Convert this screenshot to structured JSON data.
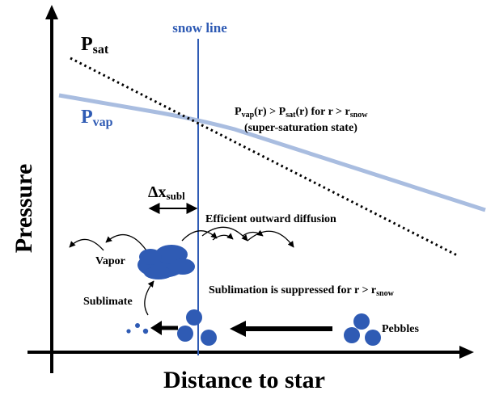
{
  "axes": {
    "y_label": "Pressure",
    "x_label": "Distance to star"
  },
  "snow_line": {
    "label": "snow line"
  },
  "curves": {
    "p_sat": {
      "base": "P",
      "sub": "sat"
    },
    "p_vap": {
      "base": "P",
      "sub": "vap"
    }
  },
  "annotations": {
    "supersat_line1": {
      "t1": "P",
      "s1": "vap",
      "t2": "(r) > P",
      "s2": "sat",
      "t3": "(r) for r > r",
      "s3": "snow"
    },
    "supersat_line2": "(super-saturation state)",
    "delta_x": {
      "base": "Δx",
      "sub": "subl"
    },
    "diffusion": "Efficient outward diffusion",
    "suppressed": {
      "text": "Sublimation is suppressed for r > r",
      "sub": "snow"
    },
    "vapor": "Vapor",
    "sublimate": "Sublimate",
    "pebbles": "Pebbles"
  },
  "colors": {
    "ink": "#000000",
    "blue": "#2f5bb4",
    "light_blue": "#a9bde0"
  }
}
